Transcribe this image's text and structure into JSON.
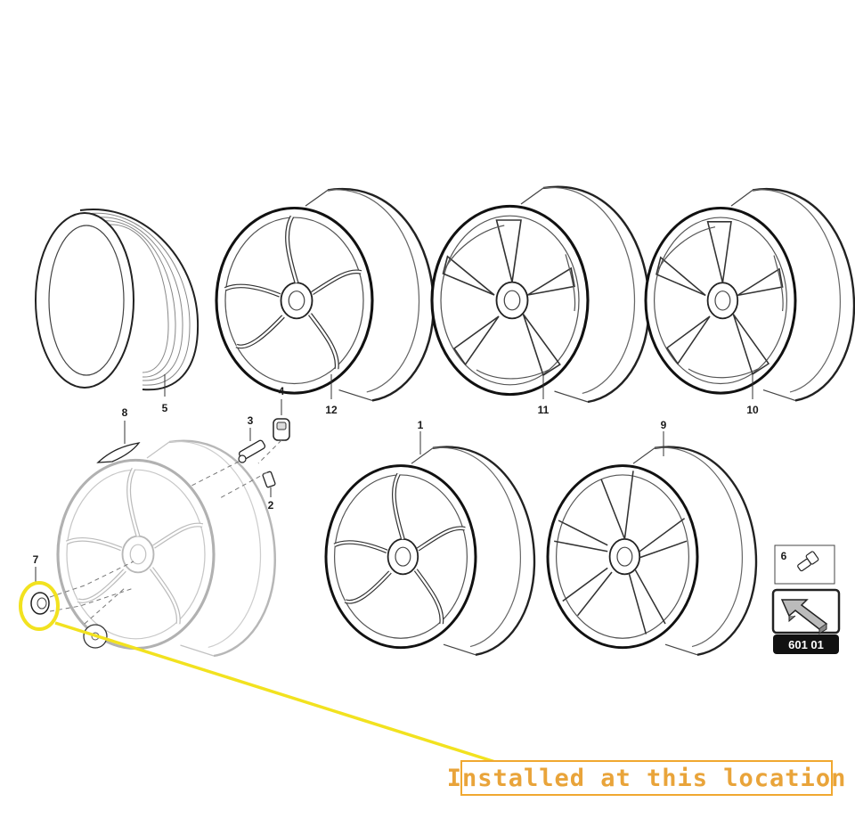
{
  "parts": [
    {
      "num": "8",
      "name": "wheel-balance-weight"
    },
    {
      "num": "5",
      "name": "tyre"
    },
    {
      "num": "12",
      "name": "rim-variant-a"
    },
    {
      "num": "11",
      "name": "rim-variant-b"
    },
    {
      "num": "10",
      "name": "rim-variant-c"
    },
    {
      "num": "4",
      "name": "valve-cap"
    },
    {
      "num": "3",
      "name": "valve-stem"
    },
    {
      "num": "2",
      "name": "valve-insert"
    },
    {
      "num": "1",
      "name": "rim-variant-d"
    },
    {
      "num": "9",
      "name": "rim-variant-e"
    },
    {
      "num": "7",
      "name": "hub-cap"
    },
    {
      "num": "6",
      "name": "wheel-bolt"
    }
  ],
  "bolt_box": {
    "num": "6"
  },
  "reference": {
    "code": "601 01"
  },
  "annotation": {
    "text": "Installed at this location",
    "color": "#e9a43a",
    "circle_color": "#f2e21f"
  }
}
